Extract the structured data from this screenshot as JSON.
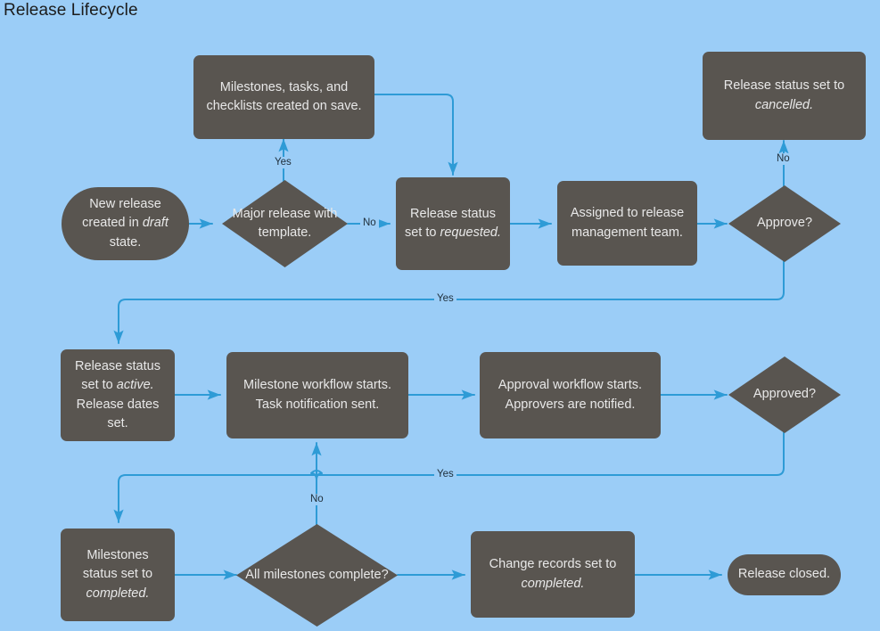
{
  "title": "Release Lifecycle",
  "colors": {
    "background": "#9BCDF7",
    "node_fill": "#595550",
    "node_text": "#e8e8e8",
    "edge": "#2E9BD6",
    "title_text": "#1c1c1c",
    "edge_label_text": "#20303c"
  },
  "nodes": {
    "new_release": {
      "label": "New release created in draft state.",
      "shape": "stadium"
    },
    "major_release": {
      "label": "Major release with template.",
      "shape": "diamond"
    },
    "milestones_created": {
      "label": "Milestones, tasks, and checklists created on save.",
      "shape": "rect"
    },
    "status_requested": {
      "label": "Release status set to requested.",
      "shape": "rect"
    },
    "assigned_team": {
      "label": "Assigned to release management team.",
      "shape": "rect"
    },
    "approve": {
      "label": "Approve?",
      "shape": "diamond"
    },
    "status_cancelled": {
      "label": "Release status set to cancelled.",
      "shape": "rect"
    },
    "status_active": {
      "label": "Release status set to active. Release dates set.",
      "shape": "rect"
    },
    "milestone_workflow": {
      "label": "Milestone workflow starts. Task notification sent.",
      "shape": "rect"
    },
    "approval_workflow": {
      "label": "Approval workflow starts. Approvers are notified.",
      "shape": "rect"
    },
    "approved": {
      "label": "Approved?",
      "shape": "diamond"
    },
    "milestones_completed": {
      "label": "Milestones status set to completed.",
      "shape": "rect"
    },
    "all_milestones": {
      "label": "All milestones complete?",
      "shape": "diamond"
    },
    "change_records": {
      "label": "Change records set to completed.",
      "shape": "rect"
    },
    "release_closed": {
      "label": "Release closed.",
      "shape": "stadium"
    }
  },
  "edge_labels": {
    "major_yes": "Yes",
    "major_no": "No",
    "approve_no": "No",
    "approve_yes": "Yes",
    "approved_yes": "Yes",
    "milestones_no": "No"
  }
}
